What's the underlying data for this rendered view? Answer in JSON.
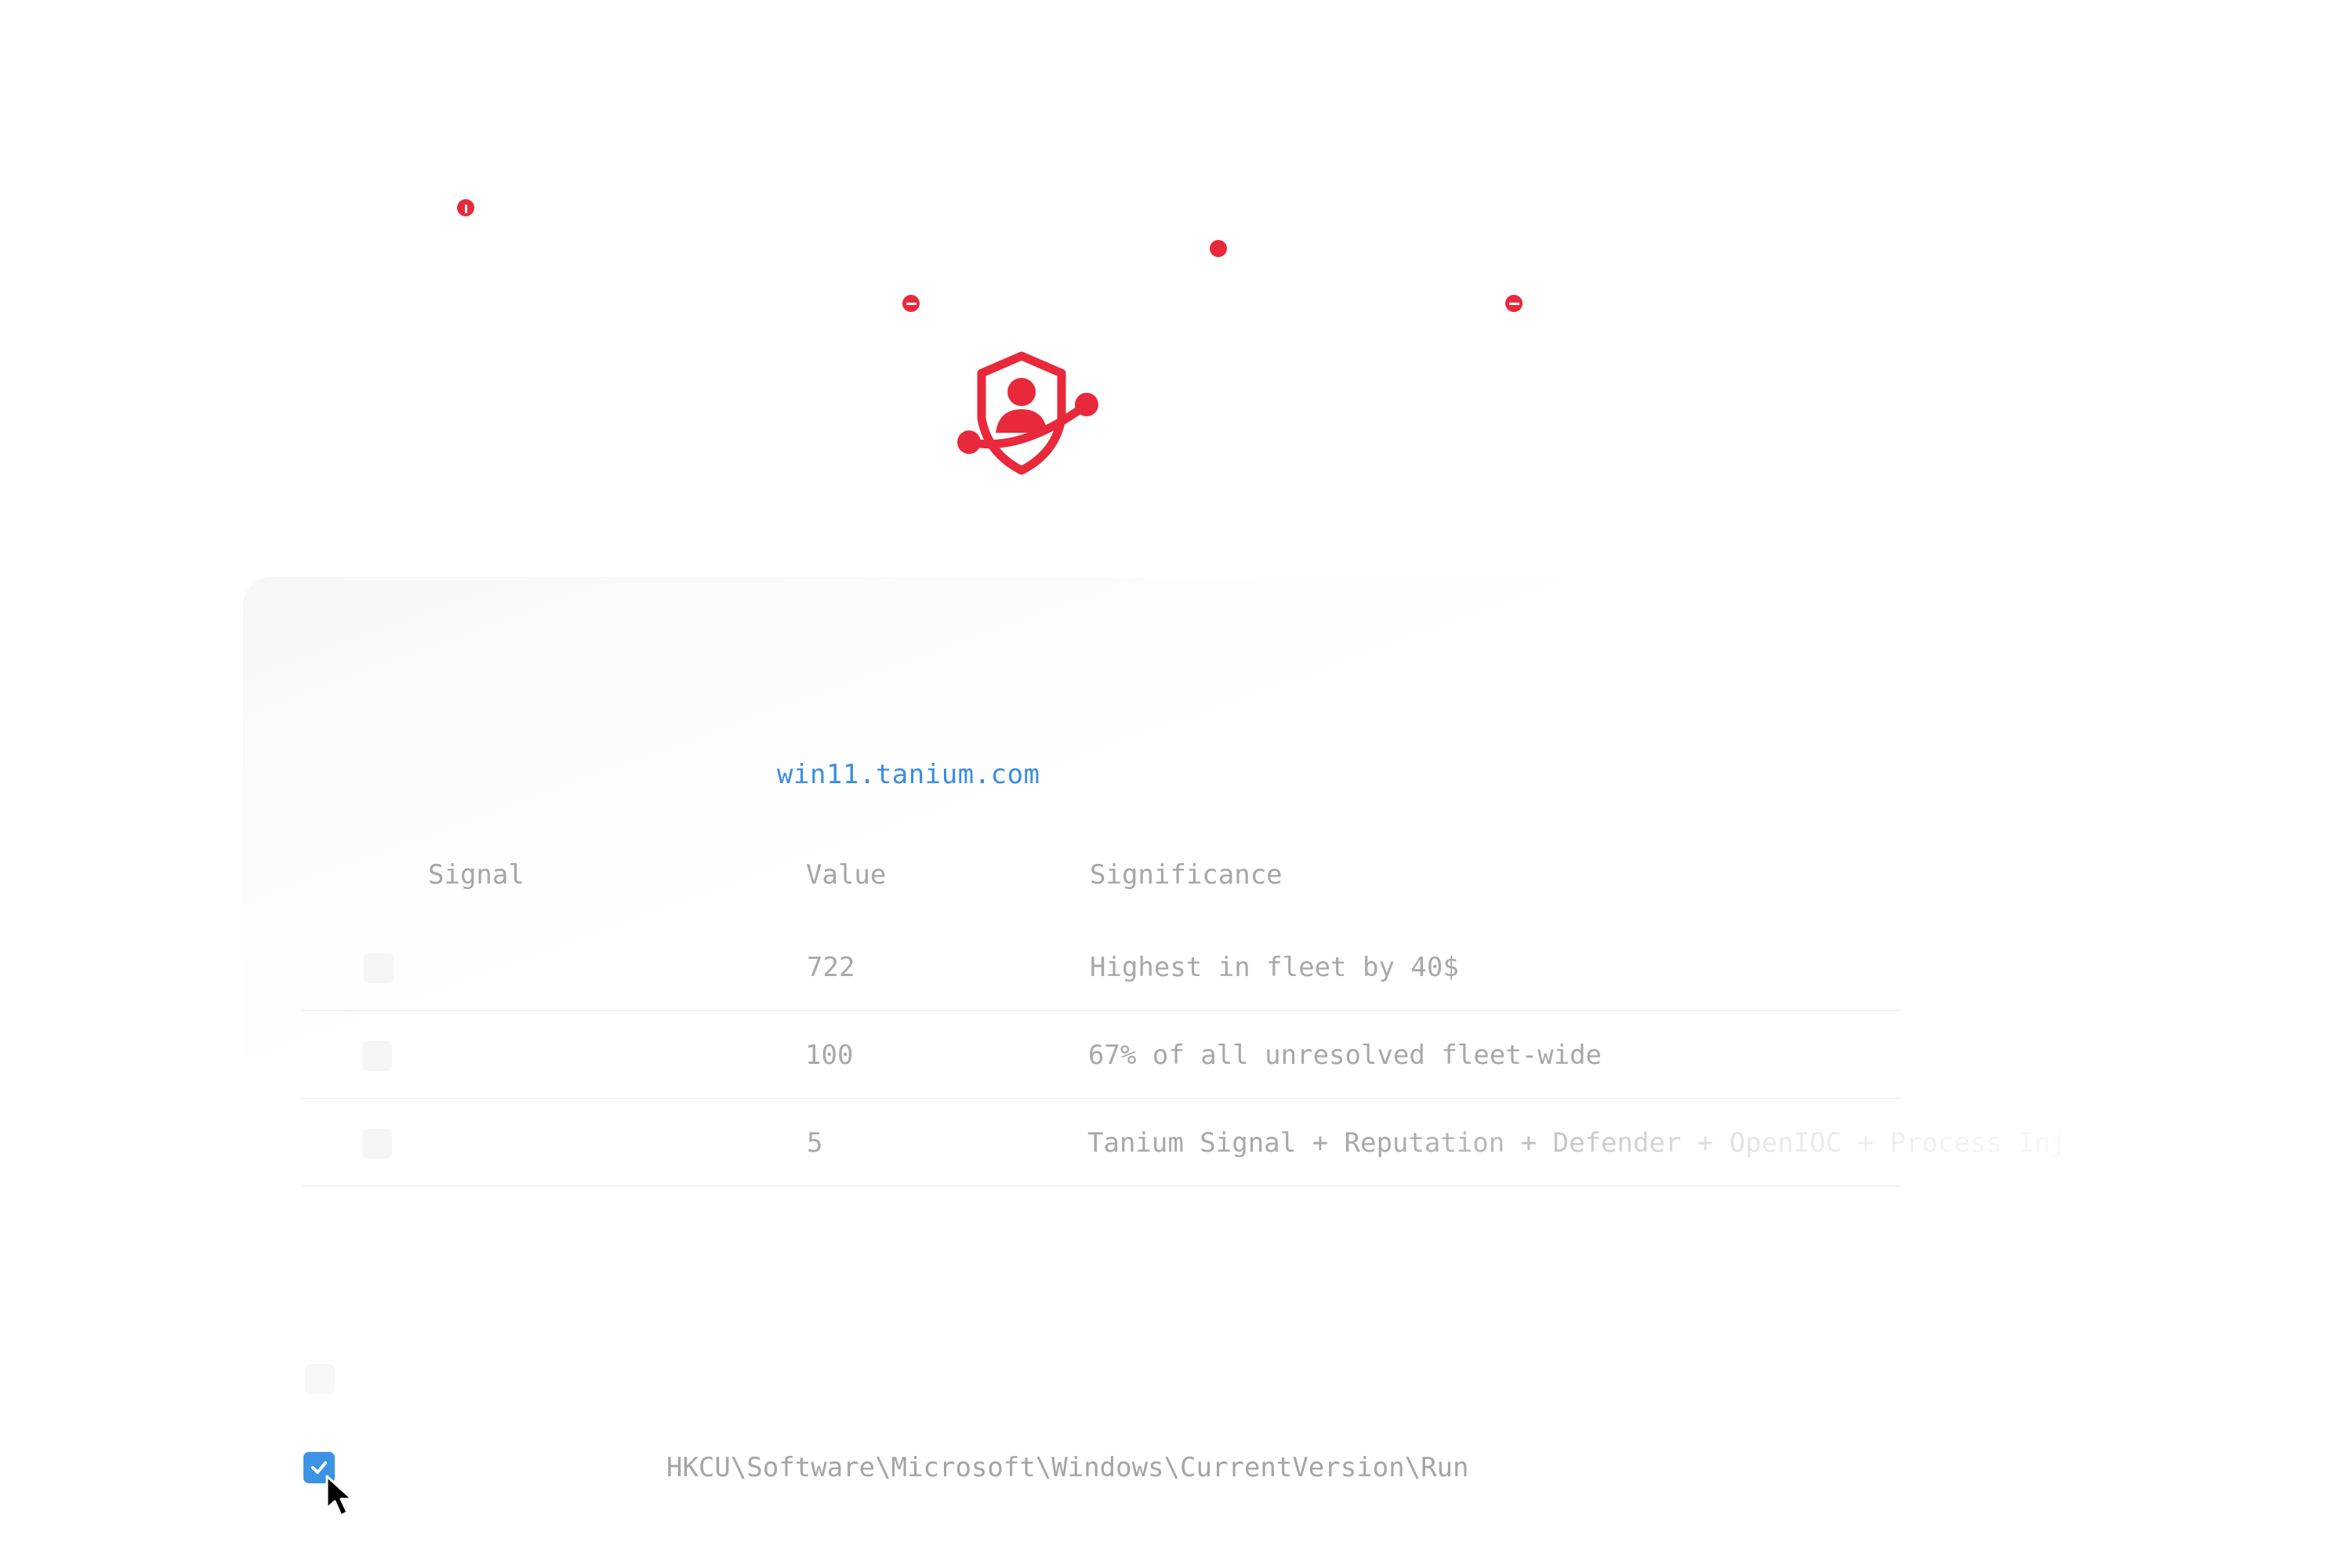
{
  "brand": {
    "accent_color": "#e8293b",
    "link_color": "#3a8ee0",
    "check_color": "#3d93e3"
  },
  "header": {
    "logo_icon": "shield-user-network-icon"
  },
  "endpoint": {
    "hostname": "win11.tanium.com"
  },
  "signals_table": {
    "columns": {
      "signal": "Signal",
      "value": "Value",
      "significance": "Significance"
    },
    "rows": [
      {
        "value": "722",
        "significance": "Highest in fleet by 40$"
      },
      {
        "value": "100",
        "significance": "67% of all unresolved fleet-wide"
      },
      {
        "value": "5",
        "significance": "Tanium Signal + Reputation + Defender + OpenIOC + Process Inj"
      }
    ]
  },
  "persistence": {
    "registry_path": "HKCU\\Software\\Microsoft\\Windows\\CurrentVersion\\Run",
    "selected": true
  },
  "icons": {
    "cursor": "arrow-cursor-icon",
    "checkmark": "checkmark-icon"
  }
}
